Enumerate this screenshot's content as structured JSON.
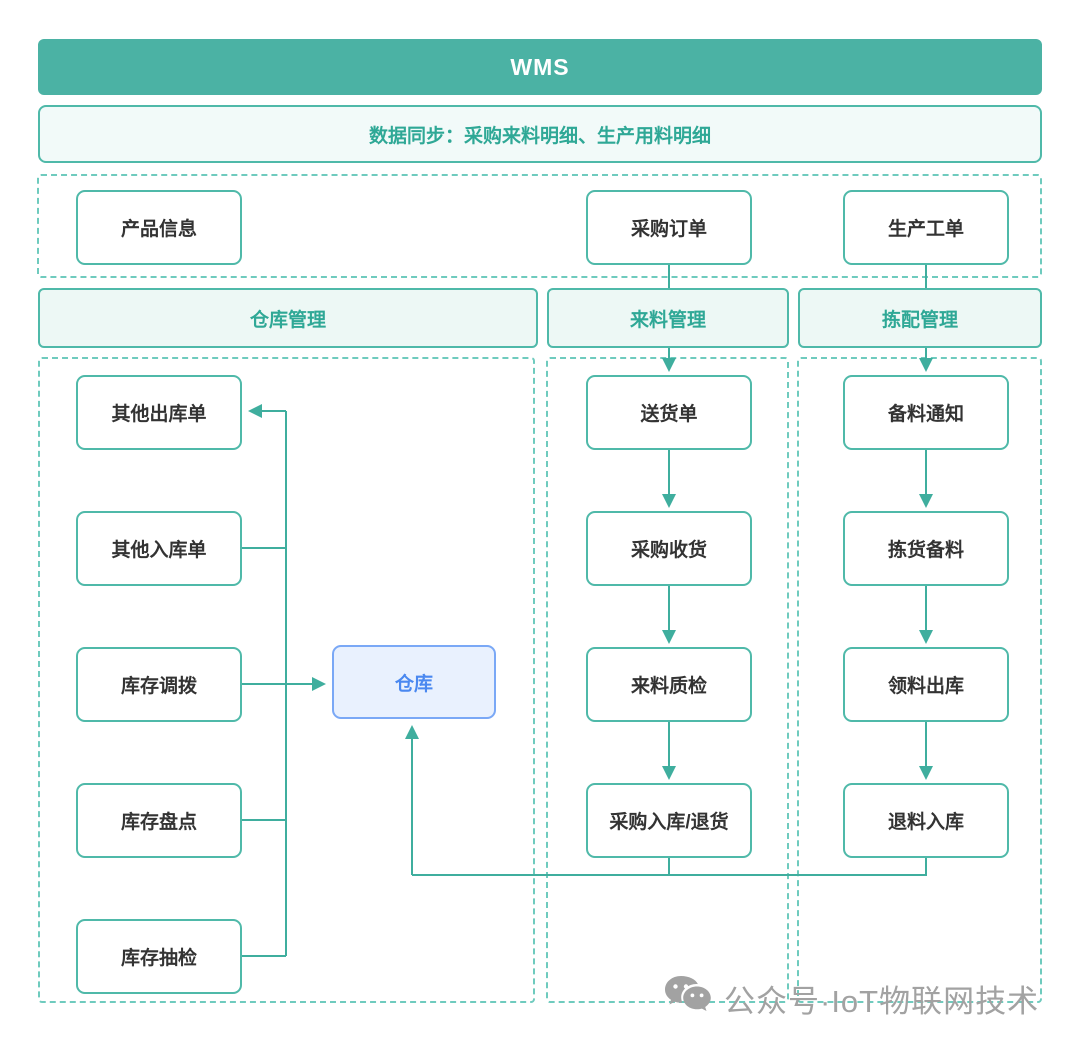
{
  "header": {
    "title": "WMS"
  },
  "sync_bar": {
    "text": "数据同步：采购来料明细、生产用料明细"
  },
  "top_row": {
    "product_info": "产品信息",
    "purchase_order": "采购订单",
    "production_workorder": "生产工单"
  },
  "sections": {
    "warehouse": "仓库管理",
    "incoming": "来料管理",
    "picking": "拣配管理"
  },
  "warehouse": {
    "items": [
      "其他出库单",
      "其他入库单",
      "库存调拨",
      "库存盘点",
      "库存抽检"
    ],
    "hub": "仓库"
  },
  "incoming": {
    "items": [
      "送货单",
      "采购收货",
      "来料质检",
      "采购入库/退货"
    ]
  },
  "picking": {
    "items": [
      "备料通知",
      "拣货备料",
      "领料出库",
      "退料入库"
    ]
  },
  "watermark": {
    "icon": "wechat-icon",
    "text": "公众号·IoT物联网技术"
  },
  "colors": {
    "teal_main": "#4BB2A4",
    "teal_border": "#4FB9A9",
    "teal_line": "#3FAE9E",
    "teal_dash": "#6FCBBE",
    "teal_text": "#2FA896",
    "sec_bg": "#EDF8F5",
    "sync_bg": "#F2FAF9",
    "blue_border": "#7AA8F6",
    "blue_bg": "#E9F1FE",
    "blue_text": "#4A88F0",
    "wm_gray": "#A2A2A2"
  }
}
